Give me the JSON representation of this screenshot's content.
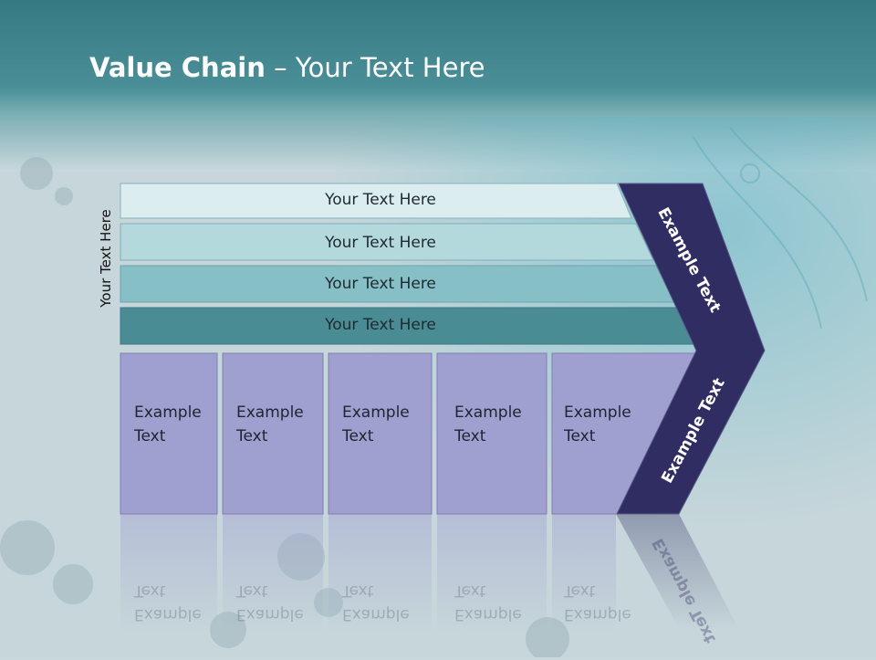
{
  "slide": {
    "title_bold": "Value Chain",
    "title_rest": " – Your Text Here",
    "side_label": "Your Text Here"
  },
  "bars": [
    {
      "label": "Your Text Here",
      "color": "#dcedf0"
    },
    {
      "label": "Your Text Here",
      "color": "#b3d9dd"
    },
    {
      "label": "Your Text Here",
      "color": "#86bfc6"
    },
    {
      "label": "Your Text Here",
      "color": "#4a8c94"
    }
  ],
  "boxes": [
    {
      "line1": "Example",
      "line2": "Text"
    },
    {
      "line1": "Example",
      "line2": "Text"
    },
    {
      "line1": "Example",
      "line2": "Text"
    },
    {
      "line1": "Example",
      "line2": "Text"
    },
    {
      "line1": "Example",
      "line2": "Text"
    }
  ],
  "arrows": {
    "upper_label": "Example Text",
    "lower_label": "Example Text"
  },
  "colors": {
    "header": "#3f848c",
    "box_fill": "#a0a0d0",
    "arrow_fill": "#2f2d62"
  }
}
